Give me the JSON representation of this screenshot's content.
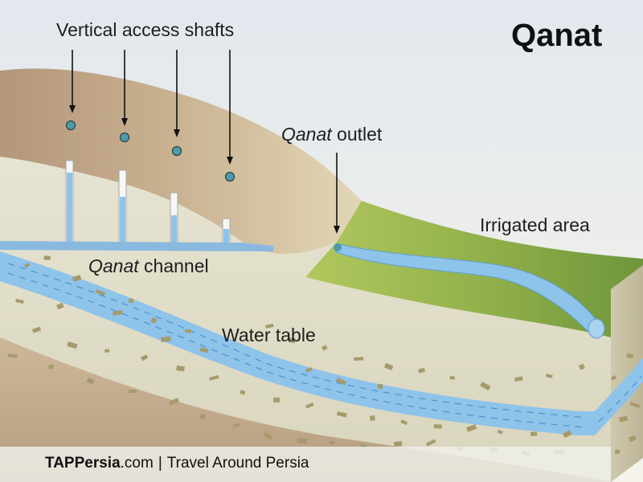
{
  "title": "Qanat",
  "labels": {
    "shafts": "Vertical access shafts",
    "outlet_italic": "Qanat",
    "outlet_rest": " outlet",
    "channel_italic": "Qanat",
    "channel_rest": " channel",
    "irrigated": "Irrigated area",
    "water_table": "Water table"
  },
  "footer": {
    "brand": "TAPPersia",
    "domain": ".com",
    "separator": "|",
    "tagline": "Travel Around Persia"
  },
  "colors": {
    "sky_top": "#e4e9ee",
    "sky_bottom": "#f4f2ea",
    "topsoil": "#b99d80",
    "subsoil": "#e4e2cf",
    "hill": "#d8c7a4",
    "grass_light": "#a9c256",
    "grass_dark": "#7a9f3e",
    "water": "#8ec3ea",
    "water_dash": "#3d8cc9",
    "pebble": "#a69a6c",
    "marker": "#4e9bab"
  }
}
